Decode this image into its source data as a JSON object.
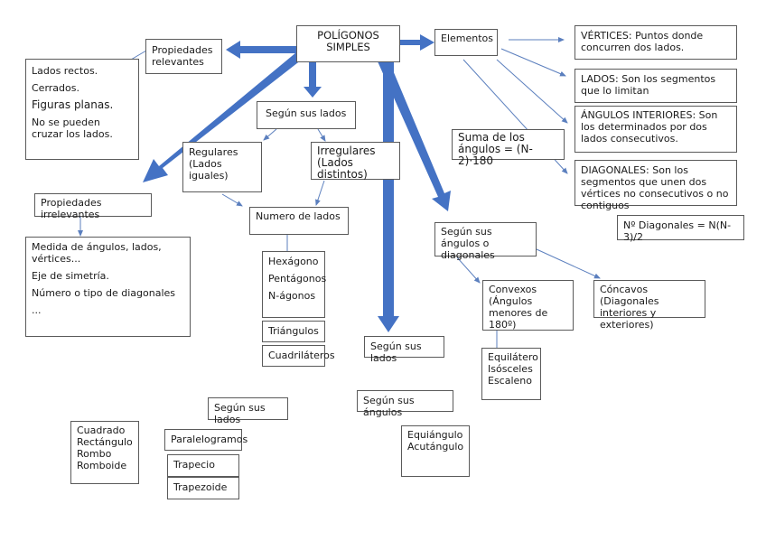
{
  "diagram": {
    "title": "POLÍGONOS SIMPLES",
    "colors": {
      "thick_arrow": "#4472c4",
      "thin_line": "#5b7fbe",
      "box_border": "#5a5a5a"
    },
    "nodes": {
      "root": {
        "lines": [
          "POLÍGONOS",
          "SIMPLES"
        ]
      },
      "propiedades_relevantes": {
        "lines": [
          "Propiedades",
          "relevantes"
        ]
      },
      "relevantes_list": {
        "items": [
          "Lados rectos.",
          "Cerrados.",
          "Figuras planas.",
          "No se pueden cruzar los lados."
        ]
      },
      "propiedades_irrelevantes": {
        "text": "Propiedades irrelevantes"
      },
      "irrelevantes_list": {
        "items": [
          "Medida de ángulos, lados, vértices...",
          "Eje de simetría.",
          "Número o tipo de diagonales",
          "..."
        ]
      },
      "segun_lados": {
        "text": "Según sus lados"
      },
      "regulares": {
        "text": "Regulares (Lados iguales)"
      },
      "irregulares": {
        "text": "Irregulares (Lados distintos)"
      },
      "numero_lados": {
        "text": "Numero de lados"
      },
      "poligonos_list": {
        "items": [
          "Hexágono",
          "Pentágonos",
          "N-ágonos"
        ]
      },
      "triangulos": {
        "text": "Triángulos"
      },
      "cuadrilateros": {
        "text": "Cuadriláteros"
      },
      "segun_sus_lados_tri": {
        "text": "Según sus lados"
      },
      "segun_sus_angulos_tri": {
        "text": "Según sus ángulos"
      },
      "segun_sus_lados_cuad": {
        "text": "Según sus lados"
      },
      "paralelogramos": {
        "text": "Paralelogramos"
      },
      "trapecio": {
        "text": "Trapecio"
      },
      "trapezoide": {
        "text": "Trapezoide"
      },
      "paralelogramos_list": {
        "items": [
          "Cuadrado",
          "Rectángulo",
          "Rombo",
          "Romboide"
        ]
      },
      "equiangulo_list": {
        "items": [
          "Equiángulo",
          "Acutángulo"
        ]
      },
      "equilatero_list": {
        "items": [
          "Equilátero",
          "Isósceles",
          "Escaleno"
        ]
      },
      "elementos": {
        "text": "Elementos"
      },
      "vertices": {
        "text": "VÉRTICES: Puntos donde concurren dos lados."
      },
      "lados": {
        "text": "LADOS: Son los segmentos que lo limitan"
      },
      "angulos_interiores": {
        "text": "ÁNGULOS INTERIORES: Son los determinados por dos lados consecutivos."
      },
      "diagonales": {
        "text": "DIAGONALES: Son los segmentos que unen dos vértices no consecutivos o no contiguos"
      },
      "suma_angulos": {
        "text": "Suma de los ángulos = (N-2)·180"
      },
      "num_diagonales": {
        "text": "Nº Diagonales = N(N-3)/2"
      },
      "segun_angulos": {
        "text": "Según sus ángulos o diagonales"
      },
      "convexos": {
        "text": "Convexos (Ángulos menores de 180º)"
      },
      "concavos": {
        "text": "Cóncavos (Diagonales interiores y exteriores)"
      }
    }
  }
}
